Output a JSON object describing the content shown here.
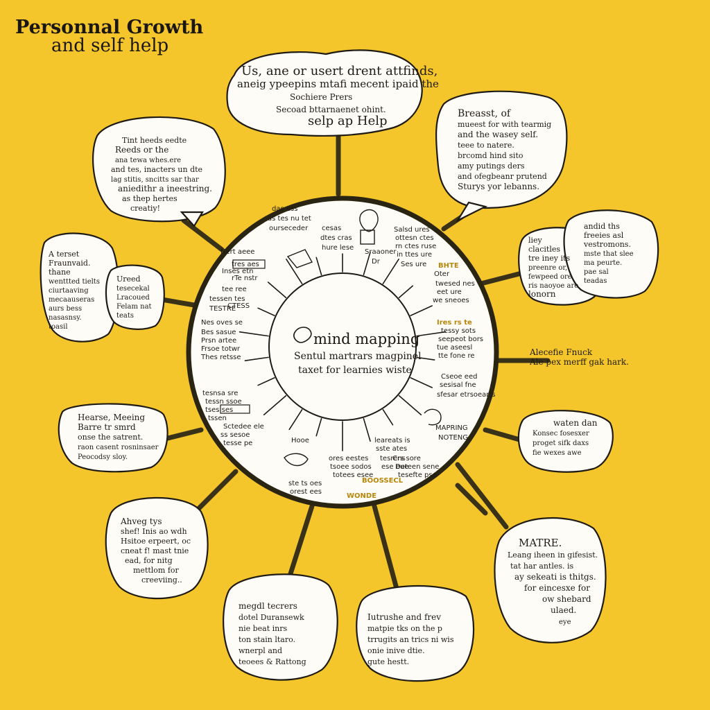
{
  "title": {
    "line1": "Personnal Growth",
    "line2": "and self help"
  },
  "center": {
    "title": "mind mapping",
    "sub1": "Sentul martrars magpinel",
    "sub2": "taxet for learnies wiste"
  },
  "outside_note": {
    "line1": "Alecefie Fnuck",
    "line2": "Ale pex merff gak hark."
  },
  "bubbles": [
    {
      "id": "top",
      "lines": [
        "Us, ane or usert drent attfinds,",
        "aneig ypeepins mtafi mecent ipaid the",
        "Sochiere Prers",
        "Secoad bttarnaenet ohint.",
        "selp ap Help"
      ]
    },
    {
      "id": "top-right",
      "lines": [
        "Breasst, of",
        "mueest for with tearmig",
        "and the wasey self.",
        "teee to natere.",
        "brcomd hind sito",
        "amy putings ders",
        "and ofegbeanr prutend",
        "Sturys yor lebanns."
      ]
    },
    {
      "id": "right-upper",
      "lines": [
        "liey",
        "clacitles",
        "tre iney its",
        "preenre or,",
        "fewpeed ore",
        "ris naoyoe are",
        "lonorn"
      ]
    },
    {
      "id": "right-upper-b",
      "lines": [
        "andid ths",
        "freeies asl",
        "vestromons.",
        "mste that slee",
        "ma peurte.",
        "pae sal",
        "teadas"
      ]
    },
    {
      "id": "right-mid",
      "lines": [
        "waten dan",
        "Konsec fosesxer",
        "proget sifk daxs",
        "fie wexes awe"
      ]
    },
    {
      "id": "bottom-right",
      "lines": [
        "MATRE.",
        "Leang iheen in gifesist.",
        "tat har antles. is",
        "ay sekeati is thitgs.",
        "for eincesxe for",
        "ow shebard",
        "ulaed.",
        "eye"
      ]
    },
    {
      "id": "bottom-center-right",
      "lines": [
        "Iutrushe and frev",
        "matpie tks on the p",
        "trrugits an trics ni wis",
        "onie inive dtie.",
        "gute hestt."
      ]
    },
    {
      "id": "bottom-center-left",
      "lines": [
        "megdl tecrers",
        "dotel Duransewk",
        "nie beat inrs",
        "ton stain ltaro.",
        "wnerpl and",
        "teoees & Rattong"
      ]
    },
    {
      "id": "bottom-left",
      "lines": [
        "Ahveg tys",
        "shef! Inis ao wdh",
        "Hsitoe erpeert, oc",
        "cneat f! mast tnie",
        "ead, for nitg",
        "mettlom for",
        "creeviing.."
      ]
    },
    {
      "id": "left-mid",
      "lines": [
        "Hearse, Meeing",
        "Barre tr smrd",
        "onse the satrent.",
        "raon casent rosninsaer",
        "Peocodsy sloy."
      ]
    },
    {
      "id": "left-upper",
      "lines": [
        "A terset",
        "Fraunvaid.",
        "thane",
        "wenttted tielts",
        "ciurtaaving",
        "mecaauseras",
        "aurs bess",
        "nasasnsy.",
        "toasil"
      ]
    },
    {
      "id": "left-upper-b",
      "lines": [
        "Ureed",
        "tesecekal",
        "Lracoued",
        "Felam nat",
        "teats"
      ]
    },
    {
      "id": "top-left",
      "lines": [
        "Tint heeds eedte",
        "Reeds or the",
        "ana tewa whes.ere",
        "and tes, inacters un dte",
        "lag stitis, sncitts sar thar",
        "aniedithr a ineestring.",
        "as thep hertes",
        "creatiy!"
      ]
    }
  ],
  "ring_notes": [
    "das ess",
    "as tes nu tet",
    "ourseceder",
    "cesas",
    "dtes cras",
    "hure lese",
    "Sraaoner",
    "Dr",
    "Salsd ures",
    "ottesn ctes",
    "rn ctes ruse",
    "in ttes ure",
    "Ses ure",
    "BHTE",
    "Oter",
    "twesed nes",
    "eet ure",
    "we sneoes",
    "Ires rs te",
    "tessy sots",
    "seepeot bors",
    "tue aseesl",
    "tte fone re",
    "Cseoe eed",
    "sesisal fne",
    "sfesar etrsoearts",
    "MAPRING",
    "NOTENG",
    "tesrens",
    "ese eue",
    "leareats is",
    "sste ates",
    "Crs sore",
    "Deteen sene",
    "tesefte pse",
    "BOOSSECL",
    "WONDE",
    "ores eestes",
    "tsoee sodos",
    "totees esee",
    "Hooe",
    "ste ts oes",
    "orest ees",
    "Sctedee ele",
    "ss sesoe",
    "tesse pe",
    "tesnsa sre",
    "tessn ssoe",
    "tses ses",
    "tssen",
    "Nes oves se",
    "Bes sasue",
    "Prsn artee",
    "Frsoe totwr",
    "Thes retsse",
    "Nert aeee",
    "Inses etn",
    "tee ree",
    "tessen tes",
    "TESTRE",
    "tres aes",
    "rTe nstr",
    "CTESS"
  ]
}
